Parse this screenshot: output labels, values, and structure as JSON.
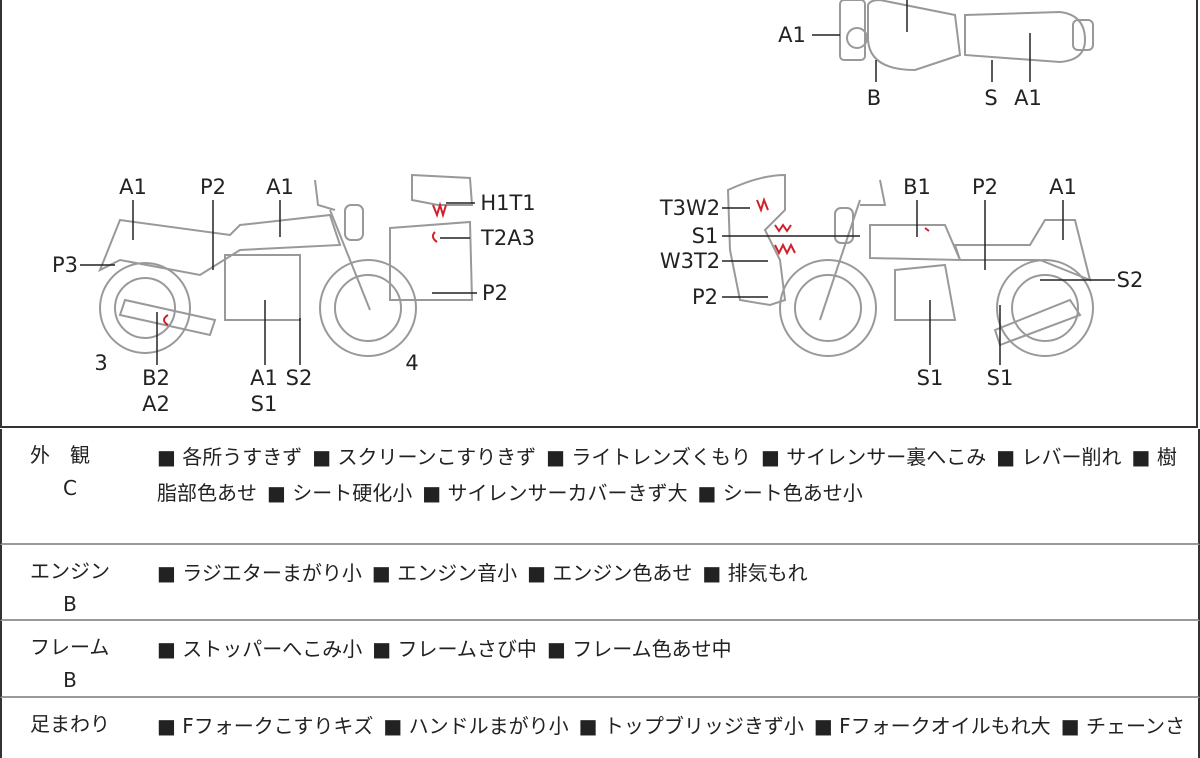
{
  "top_view": {
    "labels": [
      "A1",
      "B",
      "S",
      "A1"
    ]
  },
  "left_view": {
    "labels": [
      "A1",
      "P2",
      "A1",
      "P3",
      "H1T1",
      "T2A3",
      "P2",
      "3",
      "B2",
      "A2",
      "A1",
      "S2",
      "S1",
      "4"
    ]
  },
  "right_view": {
    "labels": [
      "T3W2",
      "S1",
      "W3T2",
      "P2",
      "B1",
      "P2",
      "A1",
      "S2",
      "S1",
      "S1"
    ]
  },
  "colors": {
    "annotation": "#d0202a",
    "line": "#999999"
  },
  "sections": [
    {
      "name": "外　観",
      "grade": "C",
      "items": [
        "各所うすきず",
        "スクリーンこすりきず",
        "ライトレンズくもり",
        "サイレンサー裏へこみ",
        "レバー削れ",
        "樹脂部色あせ",
        "シート硬化小",
        "サイレンサーカバーきず大",
        "シート色あせ小"
      ]
    },
    {
      "name": "エンジン",
      "grade": "B",
      "items": [
        "ラジエターまがり小",
        "エンジン音小",
        "エンジン色あせ",
        "排気もれ"
      ]
    },
    {
      "name": "フレーム",
      "grade": "B",
      "items": [
        "ストッパーへこみ小",
        "フレームさび中",
        "フレーム色あせ中"
      ]
    },
    {
      "name": "足まわり",
      "grade": "",
      "items": [
        "Fフォークこすりキズ",
        "ハンドルまがり小",
        "トップブリッジきず小",
        "Fフォークオイルもれ大",
        "チェーンさ"
      ]
    }
  ]
}
